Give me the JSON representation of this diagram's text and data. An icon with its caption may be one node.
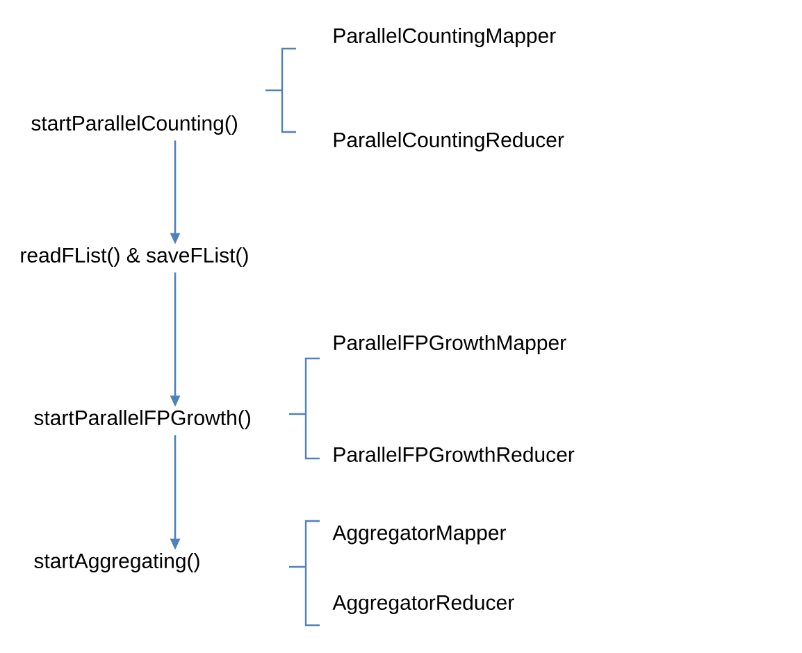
{
  "diagram": {
    "nodes": [
      {
        "text": [
          "startParallelCounting()"
        ]
      },
      {
        "text": [
          "ParallelCountingMapper"
        ]
      },
      {
        "text": [
          "ParallelCountingReducer"
        ]
      },
      {
        "text": [
          "readFList() & saveFList()"
        ]
      },
      {
        "text": [
          "startParallelFPGrowth()"
        ]
      },
      {
        "text": [
          "ParallelFPGrowthMapper"
        ]
      },
      {
        "text": [
          "ParallelFPGrowthReducer"
        ]
      },
      {
        "text": [
          "startAggregating()"
        ]
      },
      {
        "text": [
          "AggregatorMapper"
        ]
      },
      {
        "text": [
          "AggregatorReducer"
        ]
      }
    ],
    "edges": [
      {
        "from": 0,
        "to": 3,
        "arrow": "to"
      },
      {
        "from": 3,
        "to": 4,
        "arrow": "to"
      },
      {
        "from": 4,
        "to": 7,
        "arrow": "to"
      }
    ]
  }
}
